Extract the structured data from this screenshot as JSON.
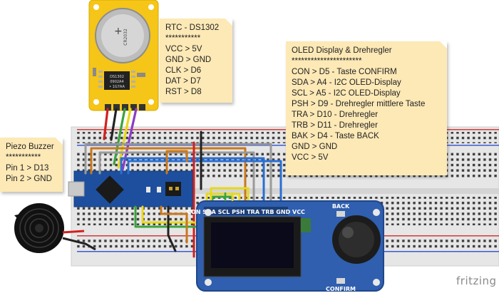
{
  "notes": {
    "rtc": {
      "lines": [
        "RTC - DS1302",
        "***********",
        "VCC > 5V",
        "GND > GND",
        "CLK > D6",
        "DAT > D7",
        "RST > D8"
      ]
    },
    "oled": {
      "lines": [
        "OLED Display & Drehregler",
        "**********************",
        "CON > D5 - Taste CONFIRM",
        "SDA > A4 - I2C OLED-Display",
        "SCL > A5 - I2C OLED-Display",
        "PSH > D9 - Drehregler mittlere Taste",
        "TRA > D10 - Drehregler",
        "TRB > D11 - Drehregler",
        "BAK > D4 - Taste BACK",
        "GND > GND",
        "VCC > 5V"
      ]
    },
    "piezo": {
      "lines": [
        "Piezo Buzzer",
        "***********",
        "Pin 1 > D13",
        "Pin 2 > GND"
      ]
    }
  },
  "components": {
    "rtc_chip": [
      "DS1302",
      "0902A4",
      "• 1G7AA"
    ],
    "rtc_battery": "CR2032",
    "oled_pins": "CON SDA SCL PSH TRA TRB GND VCC",
    "oled_back": "BACK",
    "oled_confirm": "CONFIRM"
  },
  "brand": "fritzing",
  "colors": {
    "note_bg": "#fde9b6",
    "wire_red": "#d32020",
    "wire_black": "#222222",
    "wire_green": "#3aa33a",
    "wire_yellow": "#e8d81a",
    "wire_purple": "#8a3cc6",
    "wire_gray": "#9a9a9a",
    "wire_orange": "#c8781e",
    "wire_blue": "#2a6fd1",
    "arduino": "#1d4f9e",
    "oled_board": "#2f5fae",
    "rtc_board": "#f5c518"
  }
}
